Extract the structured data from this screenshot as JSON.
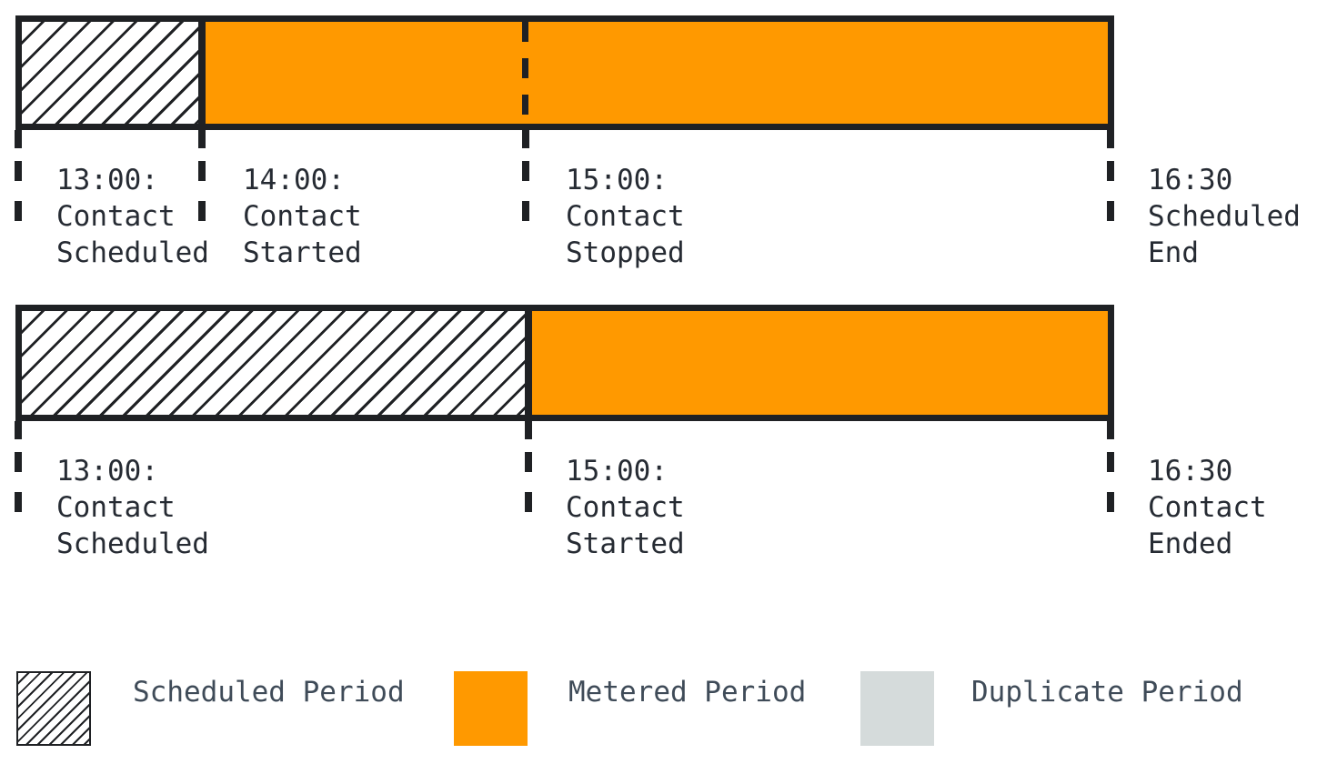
{
  "colors": {
    "metered": "#FF9900",
    "duplicate": "#D5DBDB",
    "ink": "#1F2124",
    "label_text": "#262B33",
    "legend_text": "#3F4B58"
  },
  "timelines": [
    {
      "name": "contact-metering-example-1",
      "segments": [
        {
          "kind": "scheduled-hatched"
        },
        {
          "kind": "metered-orange"
        }
      ],
      "markers": [
        {
          "lines": [
            "13:00:",
            "Contact",
            "Scheduled"
          ]
        },
        {
          "lines": [
            "14:00:",
            "Contact",
            "Started"
          ]
        },
        {
          "lines": [
            "15:00:",
            "Contact",
            "Stopped"
          ],
          "style": "dashed"
        },
        {
          "lines": [
            "16:30",
            "Scheduled",
            "End"
          ]
        }
      ]
    },
    {
      "name": "contact-metering-example-2",
      "segments": [
        {
          "kind": "scheduled-hatched"
        },
        {
          "kind": "metered-orange"
        }
      ],
      "markers": [
        {
          "lines": [
            "13:00:",
            "Contact",
            "Scheduled"
          ]
        },
        {
          "lines": [
            "15:00:",
            "Contact",
            "Started"
          ]
        },
        {
          "lines": [
            "16:30",
            "Contact",
            "Ended"
          ]
        }
      ]
    }
  ],
  "legend": {
    "items": [
      {
        "swatch": "scheduled-hatch",
        "label": "Scheduled Period"
      },
      {
        "swatch": "metered-orange",
        "label": "Metered Period"
      },
      {
        "swatch": "duplicate-gray",
        "label": "Duplicate Period"
      }
    ]
  }
}
